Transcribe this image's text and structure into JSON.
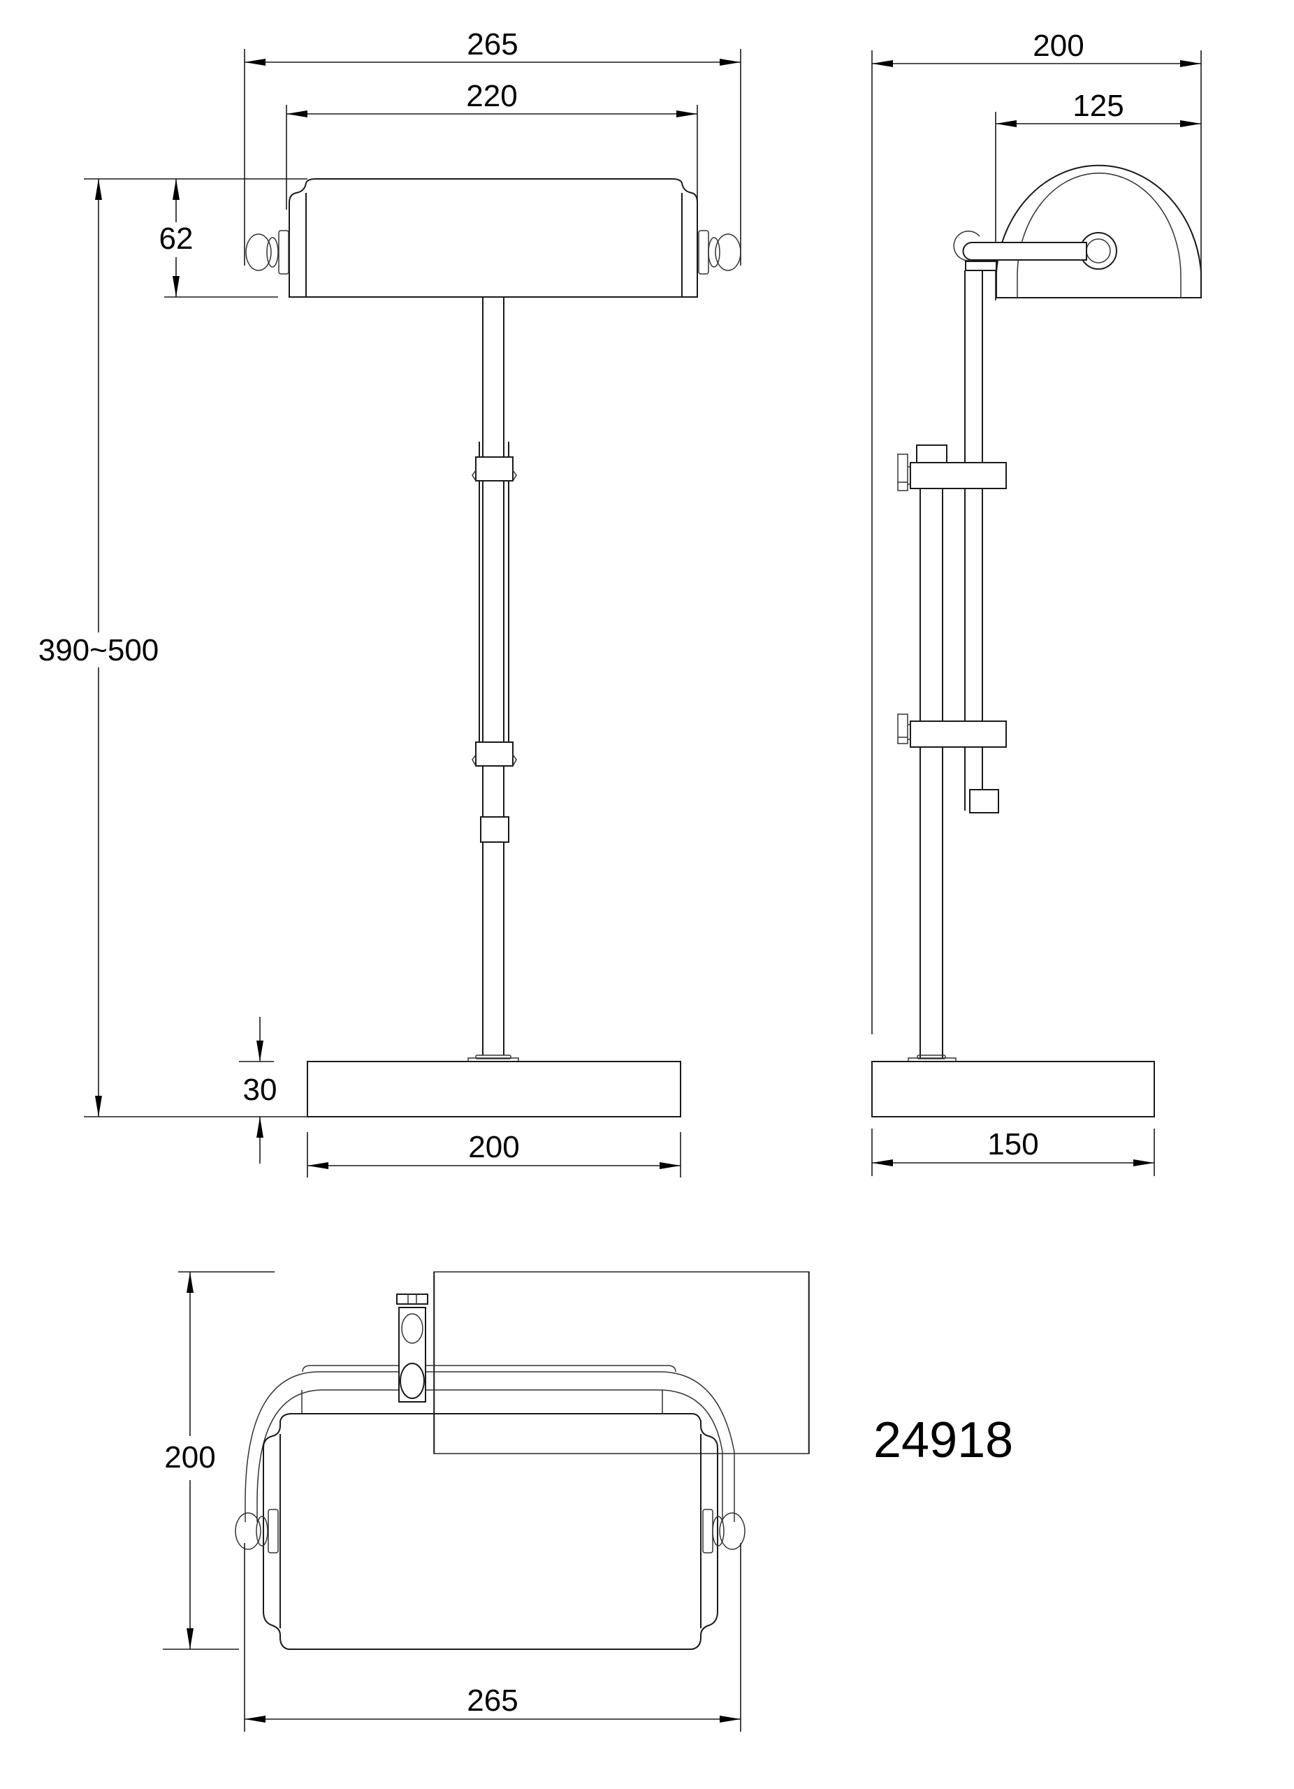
{
  "drawing": {
    "product_code": "24918",
    "line_color": "#1a1a1a",
    "background": "#ffffff"
  },
  "front_view": {
    "overall_width": "265",
    "shade_width": "220",
    "shade_height": "62",
    "total_height": "390~500",
    "base_height": "30",
    "base_width": "200"
  },
  "side_view": {
    "overall_depth": "200",
    "shade_depth": "125",
    "base_depth": "150"
  },
  "top_view": {
    "depth": "200",
    "width": "265"
  }
}
